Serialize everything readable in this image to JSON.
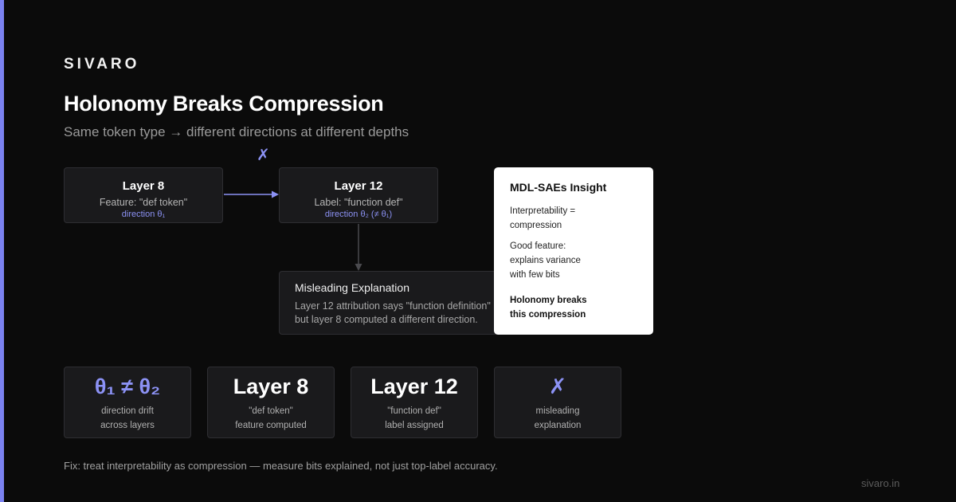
{
  "brand": "SIVARO",
  "title": "Holonomy Breaks Compression",
  "subtitle": "Same token type → different directions at different depths",
  "cross_mark": "✗",
  "nodes": {
    "layer8": {
      "title": "Layer 8",
      "label": "Feature: \"def token\"",
      "direction": "direction θ₁"
    },
    "layer12": {
      "title": "Layer 12",
      "label": "Label: \"function def\"",
      "direction": "direction θ₂ (≠ θ₁)"
    }
  },
  "misleading": {
    "title": "Misleading Explanation",
    "line1": "Layer 12 attribution says \"function definition\"",
    "line2": "but layer 8 computed a different direction."
  },
  "insight": {
    "title": "MDL-SAEs Insight",
    "p1": "Interpretability =\ncompression",
    "p2": "Good feature:\nexplains variance\nwith few bits",
    "bold": "Holonomy breaks\nthis compression"
  },
  "stats": [
    {
      "value": "θ₁ ≠ θ₂",
      "label": "direction drift\nacross layers"
    },
    {
      "value": "Layer 8",
      "label": "\"def token\"\nfeature computed"
    },
    {
      "value": "Layer 12",
      "label": "\"function def\"\nlabel assigned"
    },
    {
      "value": "✗",
      "label": "misleading\nexplanation"
    }
  ],
  "footnote": "Fix: treat interpretability as compression — measure bits explained, not just top-label accuracy.",
  "site": "sivaro.in",
  "colors": {
    "accent": "#8c92f5",
    "accent_bar": "#7b82f0",
    "background": "#0b0b0b",
    "card": "#1a1a1c",
    "insight_card": "#ffffff"
  }
}
